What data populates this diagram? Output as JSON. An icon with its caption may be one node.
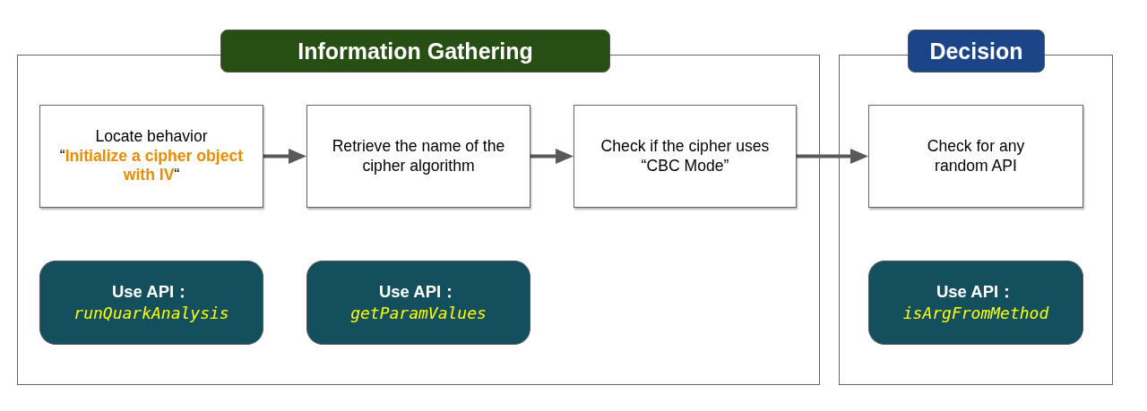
{
  "diagram": {
    "nodes": [
      {
        "text": [
          "Information Gathering"
        ]
      },
      {
        "text": [
          "Decision"
        ]
      },
      {
        "text": [
          "Locate behavior",
          "“**Initialize a cipher object with IV**“"
        ],
        "in": 0
      },
      {
        "text": [
          "Retrieve the name of the cipher algorithm"
        ],
        "in": 0
      },
      {
        "text": [
          "Check if the cipher uses “CBC Mode”"
        ],
        "in": 0
      },
      {
        "text": [
          "Check for any random API"
        ],
        "in": 1
      },
      {
        "text": [
          "Use API：",
          "runQuarkAnalysis"
        ],
        "in": 0
      },
      {
        "text": [
          "Use API：",
          "getParamValues"
        ],
        "in": 0
      },
      {
        "text": [
          "Use API：",
          "isArgFromMethod"
        ],
        "in": 1
      }
    ],
    "edges": [
      {
        "from": 2,
        "to": 3,
        "arrow": "to"
      },
      {
        "from": 3,
        "to": 4,
        "arrow": "to"
      },
      {
        "from": 4,
        "to": 5,
        "arrow": "to"
      }
    ]
  }
}
